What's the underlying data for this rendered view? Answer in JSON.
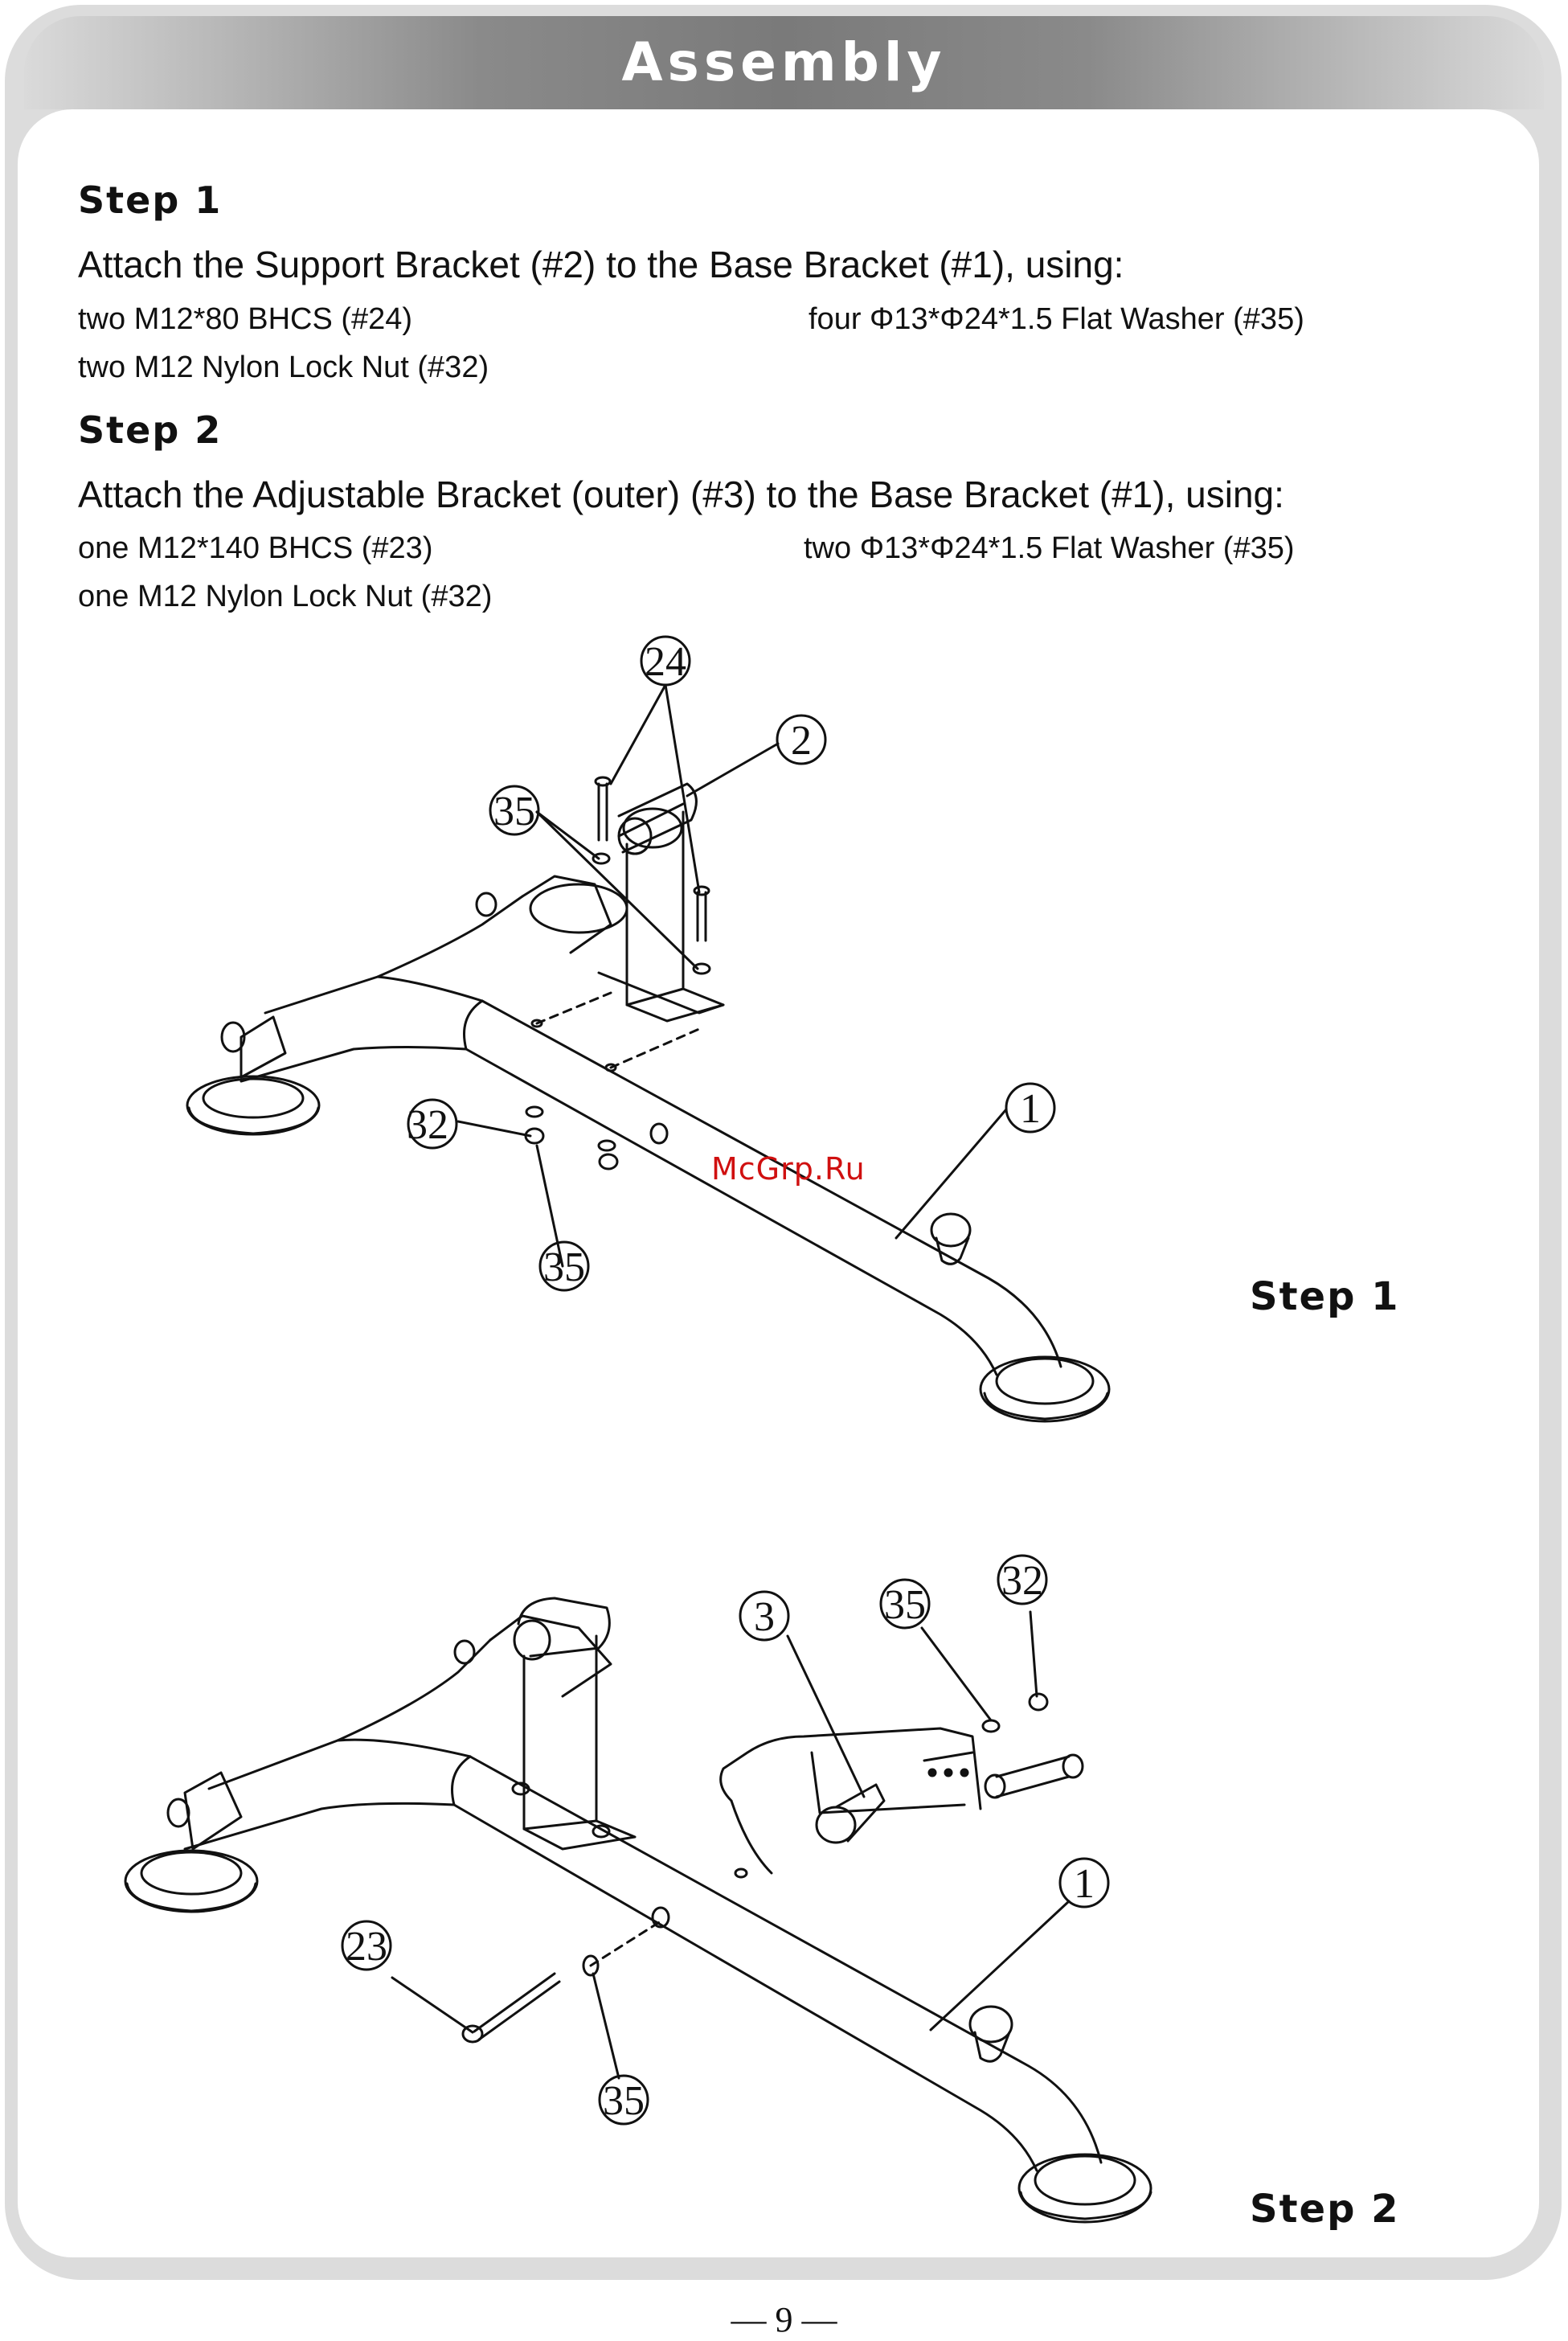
{
  "header": {
    "title": "Assembly"
  },
  "steps": [
    {
      "heading": "Step 1",
      "instruction": "Attach the Support Bracket (#2) to the Base Bracket (#1), using:",
      "parts": [
        "two M12*80 BHCS (#24)",
        "four Φ13*Φ24*1.5 Flat Washer (#35)",
        "two M12 Nylon Lock Nut (#32)"
      ]
    },
    {
      "heading": "Step 2",
      "instruction": "Attach the Adjustable Bracket (outer) (#3) to the Base Bracket (#1), using:",
      "parts": [
        "one M12*140 BHCS (#23)",
        "two Φ13*Φ24*1.5 Flat Washer (#35)",
        "one M12 Nylon Lock Nut (#32)"
      ]
    }
  ],
  "figure1": {
    "label": "Step 1",
    "callouts": [
      "24",
      "2",
      "35",
      "1",
      "32",
      "35"
    ]
  },
  "figure2": {
    "label": "Step 2",
    "callouts": [
      "3",
      "35",
      "32",
      "1",
      "23",
      "35"
    ]
  },
  "watermark": "McGrp.Ru",
  "footer": {
    "page_number": "— 9 —"
  }
}
